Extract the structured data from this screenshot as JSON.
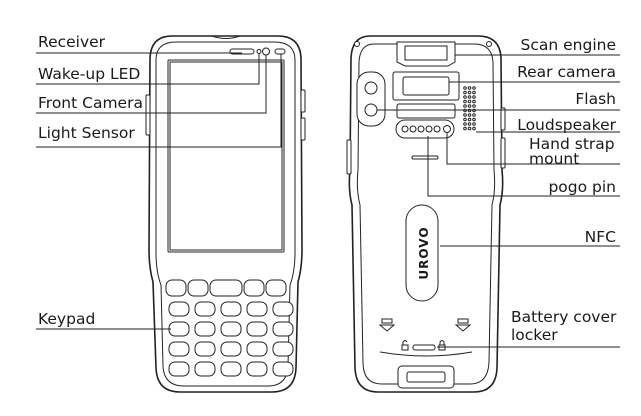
{
  "labels": {
    "receiver": "Receiver",
    "wake_up_led": "Wake-up LED",
    "front_camera": "Front Camera",
    "light_sensor": "Light Sensor",
    "keypad": "Keypad",
    "scan_engine": "Scan engine",
    "rear_camera": "Rear camera",
    "flash": "Flash",
    "loudspeaker": "Loudspeaker",
    "hand_strap_mount_1": "Hand strap",
    "hand_strap_mount_2": "mount",
    "pogo_pin": "pogo pin",
    "nfc": "NFC",
    "battery_cover_locker_1": "Battery cover",
    "battery_cover_locker_2": "locker"
  },
  "brand_logo": "UROVO"
}
